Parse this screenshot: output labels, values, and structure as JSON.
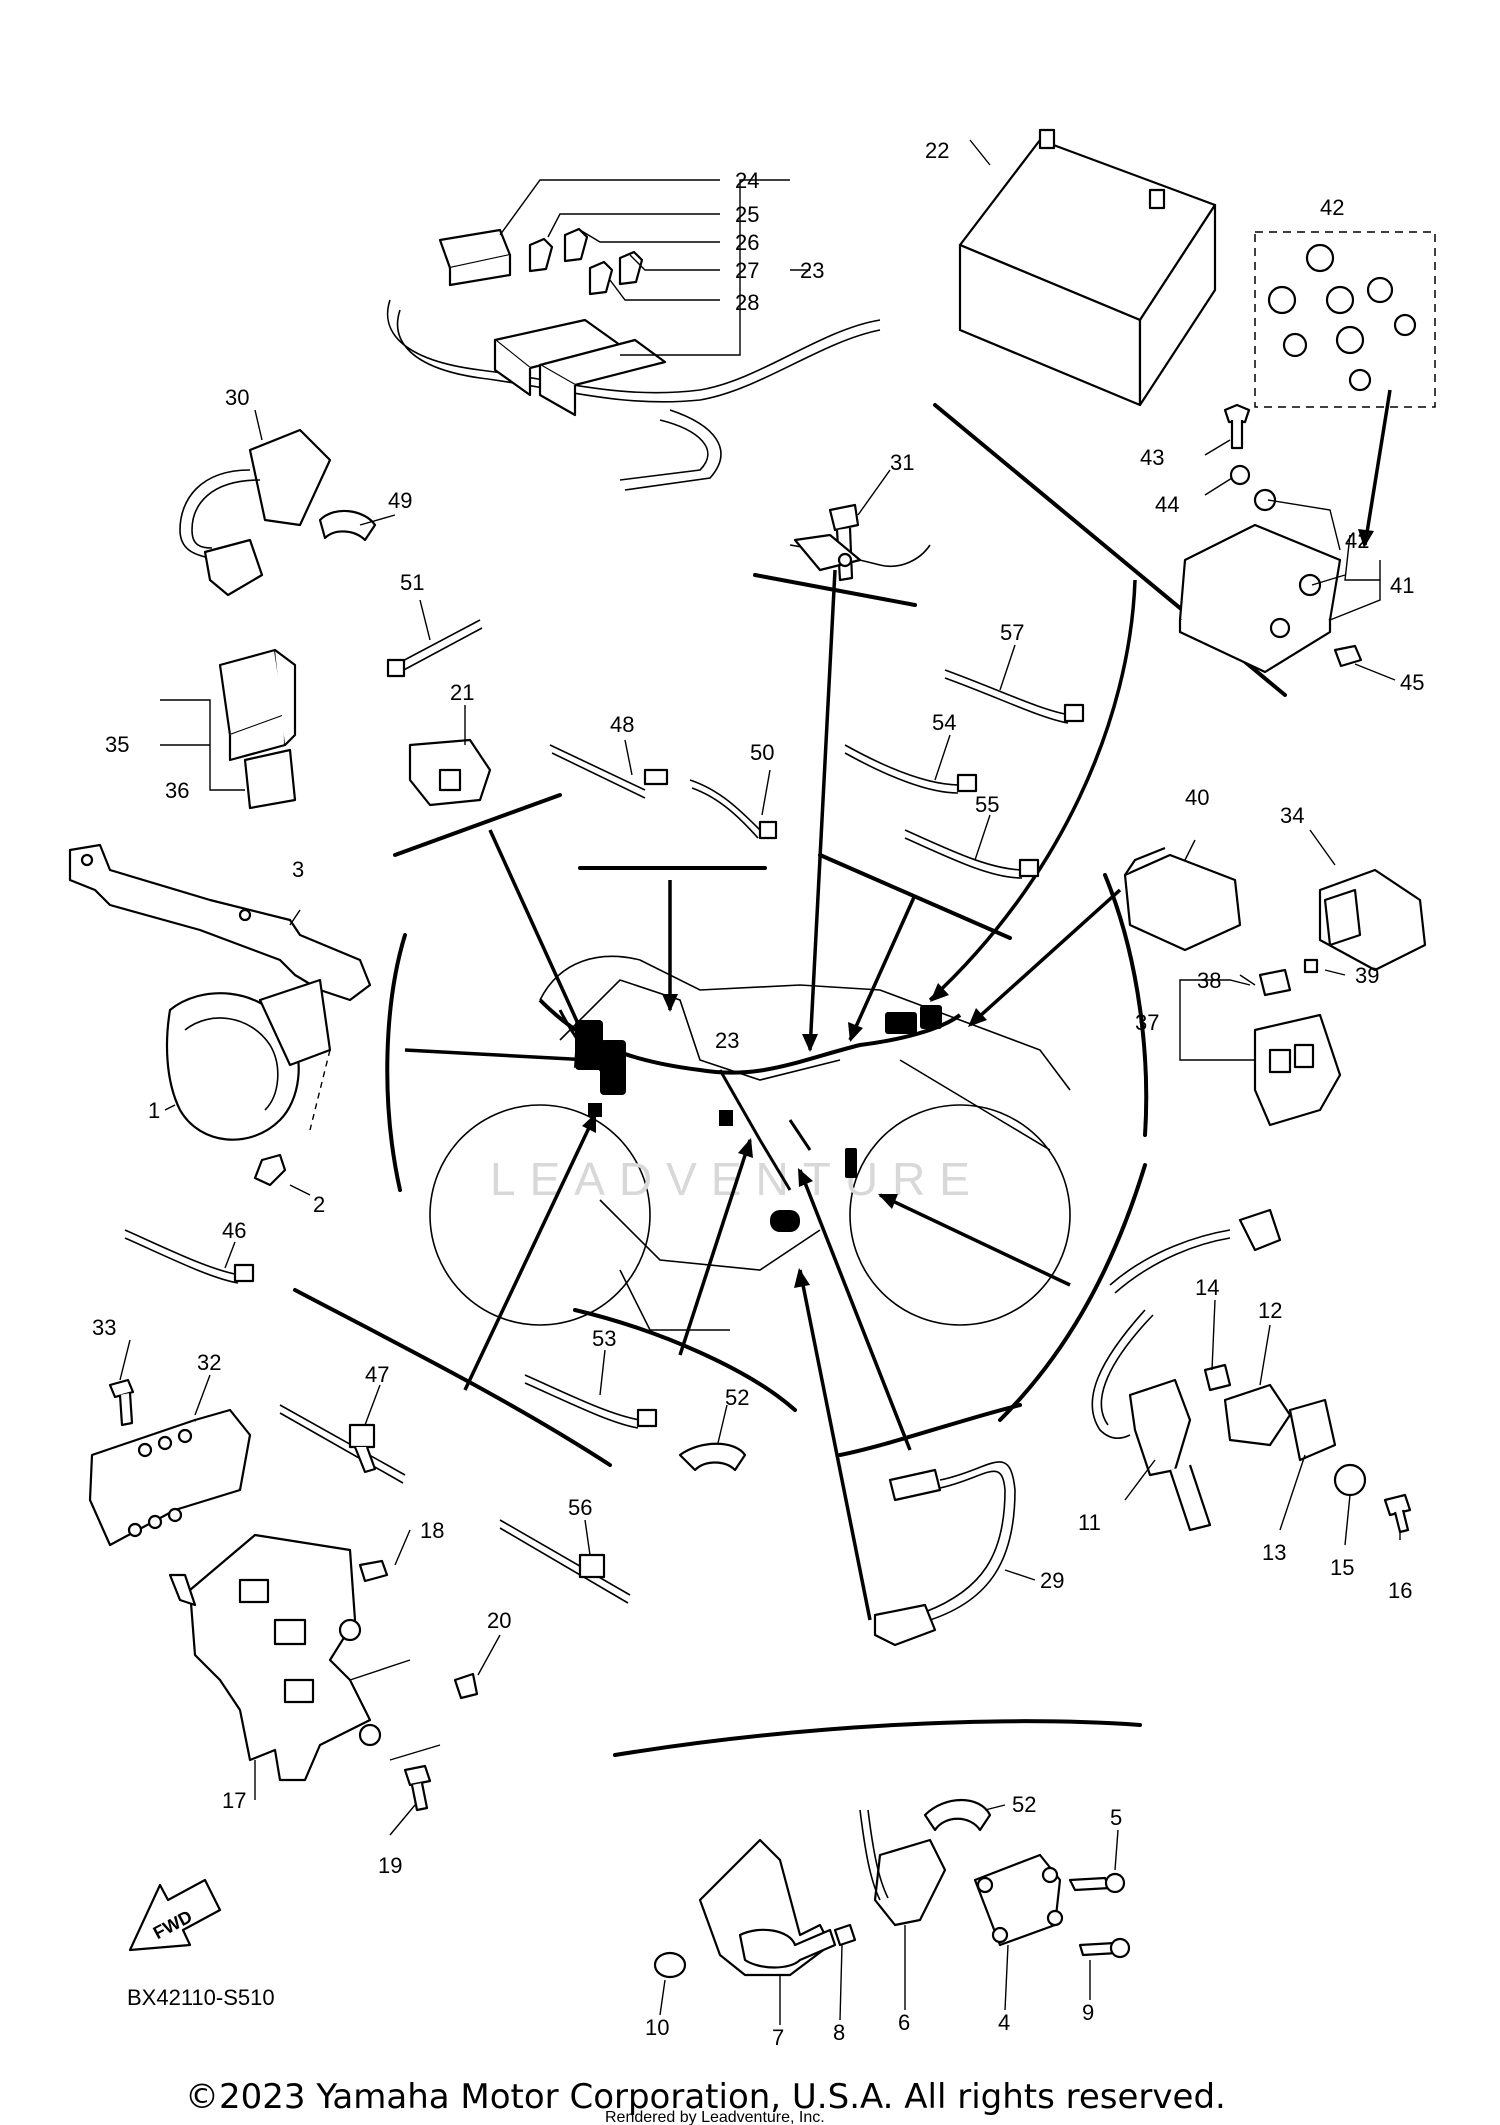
{
  "diagram": {
    "title": "",
    "code": "BX42110-S510",
    "copyright": "©2023 Yamaha Motor Corporation, U.S.A. All rights reserved.",
    "rendered_by": "Rendered by Leadventure, Inc.",
    "watermark": "LEADVENTURE",
    "fwd": "FWD",
    "labels": {
      "p1": "1",
      "p2": "2",
      "p3": "3",
      "p4": "4",
      "p5": "5",
      "p6": "6",
      "p7": "7",
      "p8": "8",
      "p9": "9",
      "p10": "10",
      "p11": "11",
      "p12": "12",
      "p13": "13",
      "p14": "14",
      "p15": "15",
      "p16": "16",
      "p17": "17",
      "p18": "18",
      "p19": "19",
      "p20": "20",
      "p21": "21",
      "p22": "22",
      "p23a": "23",
      "p23b": "23",
      "p24": "24",
      "p25": "25",
      "p26": "26",
      "p27": "27",
      "p28": "28",
      "p29": "29",
      "p30": "30",
      "p31": "31",
      "p32": "32",
      "p33": "33",
      "p34": "34",
      "p35": "35",
      "p36": "36",
      "p37": "37",
      "p38": "38",
      "p39": "39",
      "p40": "40",
      "p41": "41",
      "p42a": "42",
      "p42b": "42",
      "p43": "43",
      "p44": "44",
      "p45": "45",
      "p46": "46",
      "p47": "47",
      "p48": "48",
      "p49": "49",
      "p50": "50",
      "p51": "51",
      "p52a": "52",
      "p52b": "52",
      "p53": "53",
      "p54": "54",
      "p55": "55",
      "p56": "56",
      "p57": "57"
    }
  }
}
